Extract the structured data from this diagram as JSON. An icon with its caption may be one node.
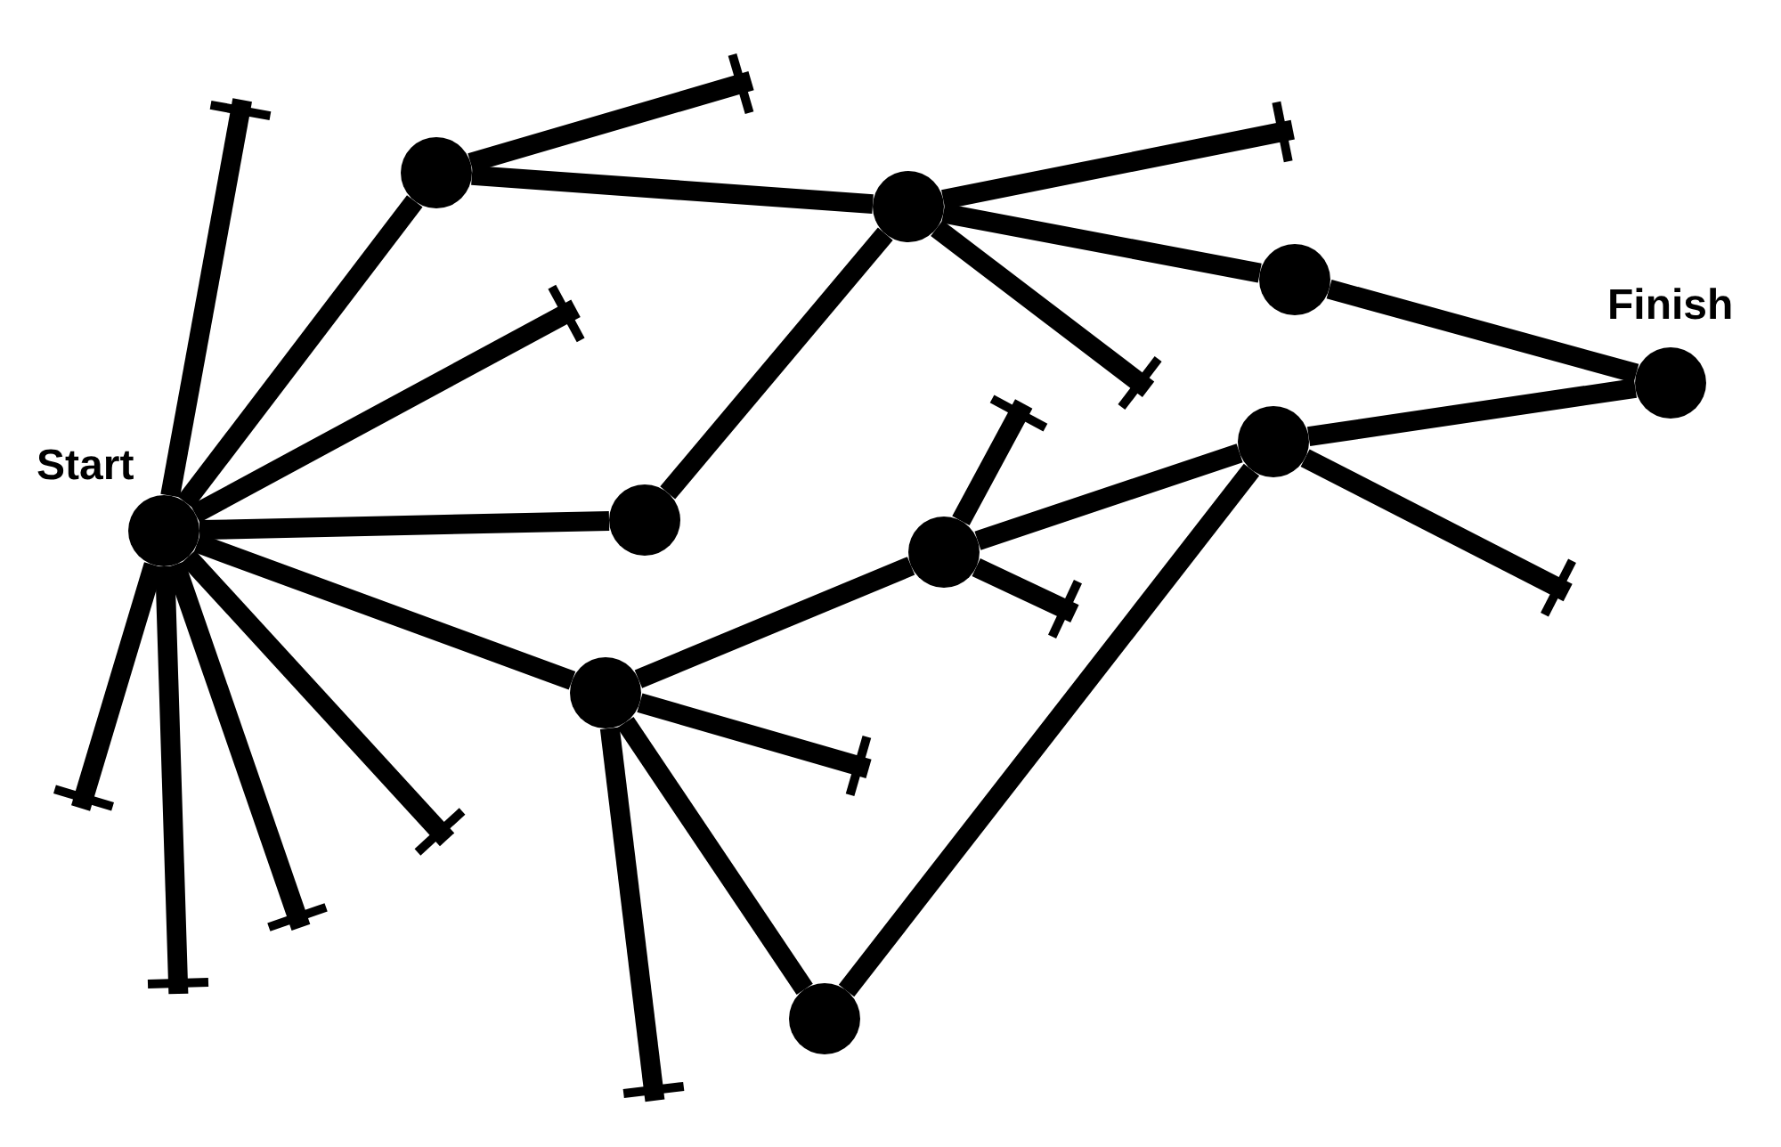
{
  "diagram": {
    "nodes": [
      {
        "text": [],
        "shape": "circle",
        "beside": [
          "Start"
        ]
      },
      {
        "text": [],
        "shape": "circle"
      },
      {
        "text": [],
        "shape": "circle"
      },
      {
        "text": [],
        "shape": "circle"
      },
      {
        "text": [],
        "shape": "circle",
        "beside": [
          "Finish"
        ]
      },
      {
        "text": [],
        "shape": "circle"
      },
      {
        "text": [],
        "shape": "circle"
      },
      {
        "text": [],
        "shape": "circle"
      },
      {
        "text": [],
        "shape": "circle"
      },
      {
        "text": [],
        "shape": "circle"
      },
      {
        "text": [],
        "shape": "cross"
      },
      {
        "text": [],
        "shape": "cross"
      },
      {
        "text": [],
        "shape": "cross"
      },
      {
        "text": [],
        "shape": "cross"
      },
      {
        "text": [],
        "shape": "cross"
      },
      {
        "text": [],
        "shape": "cross"
      },
      {
        "text": [],
        "shape": "cross"
      },
      {
        "text": [],
        "shape": "cross"
      },
      {
        "text": [],
        "shape": "cross"
      },
      {
        "text": [],
        "shape": "cross"
      },
      {
        "text": [],
        "shape": "cross"
      },
      {
        "text": [],
        "shape": "cross"
      },
      {
        "text": [],
        "shape": "cross"
      },
      {
        "text": [],
        "shape": "cross"
      }
    ],
    "edges": [
      {
        "from": 0,
        "to": 1,
        "arrow": "none"
      },
      {
        "from": 0,
        "to": 5,
        "arrow": "none"
      },
      {
        "from": 0,
        "to": 8,
        "arrow": "none"
      },
      {
        "from": 1,
        "to": 2,
        "arrow": "none"
      },
      {
        "from": 5,
        "to": 2,
        "arrow": "none"
      },
      {
        "from": 2,
        "to": 3,
        "arrow": "none"
      },
      {
        "from": 3,
        "to": 4,
        "arrow": "none"
      },
      {
        "from": 6,
        "to": 4,
        "arrow": "none"
      },
      {
        "from": 7,
        "to": 6,
        "arrow": "none"
      },
      {
        "from": 8,
        "to": 7,
        "arrow": "none"
      },
      {
        "from": 8,
        "to": 9,
        "arrow": "none"
      },
      {
        "from": 9,
        "to": 6,
        "arrow": "none"
      },
      {
        "from": 0,
        "to": 10,
        "arrow": "none"
      },
      {
        "from": 1,
        "to": 11,
        "arrow": "none"
      },
      {
        "from": 2,
        "to": 12,
        "arrow": "none"
      },
      {
        "from": 0,
        "to": 13,
        "arrow": "none"
      },
      {
        "from": 2,
        "to": 14,
        "arrow": "none"
      },
      {
        "from": 7,
        "to": 15,
        "arrow": "none"
      },
      {
        "from": 6,
        "to": 16,
        "arrow": "none"
      },
      {
        "from": 7,
        "to": 17,
        "arrow": "none"
      },
      {
        "from": 8,
        "to": 18,
        "arrow": "none"
      },
      {
        "from": 0,
        "to": 19,
        "arrow": "none"
      },
      {
        "from": 0,
        "to": 20,
        "arrow": "none"
      },
      {
        "from": 0,
        "to": 21,
        "arrow": "none"
      },
      {
        "from": 0,
        "to": 22,
        "arrow": "none"
      },
      {
        "from": 8,
        "to": 23,
        "arrow": "none"
      }
    ]
  }
}
